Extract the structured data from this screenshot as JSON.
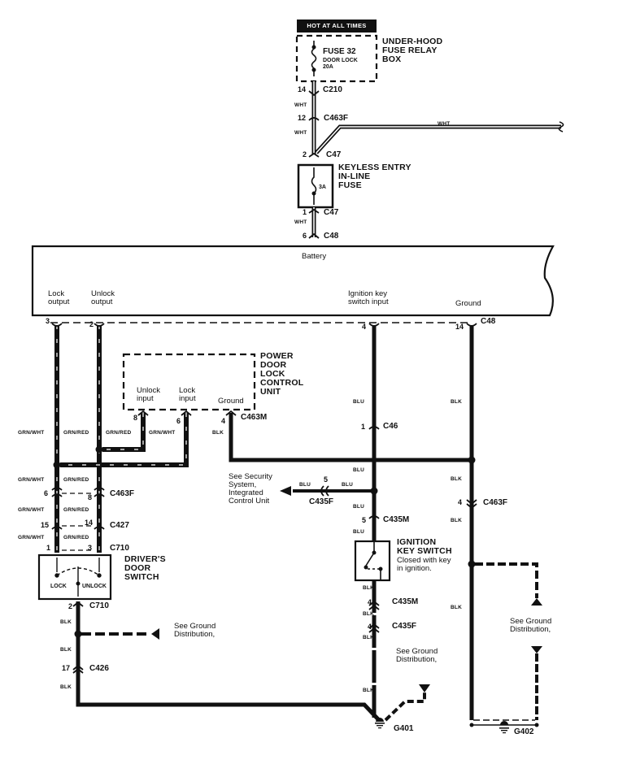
{
  "power": {
    "banner": "HOT AT ALL TIMES",
    "fuse_box_title": [
      "UNDER-HOOD",
      "FUSE RELAY",
      "BOX"
    ],
    "fuse_name": "FUSE 32",
    "fuse_desc": "DOOR LOCK",
    "fuse_rating": "20A"
  },
  "inline_fuse": {
    "title": [
      "KEYLESS ENTRY",
      "IN-LINE",
      "FUSE"
    ],
    "rating": "3A"
  },
  "top_connectors": [
    {
      "pin": "14",
      "name": "C210"
    },
    {
      "pin": "12",
      "name": "C463F"
    },
    {
      "pin": "2",
      "name": "C47"
    },
    {
      "pin": "1",
      "name": "C47"
    },
    {
      "pin": "6",
      "name": "C48"
    }
  ],
  "top_wires": [
    "WHT",
    "WHT",
    "WHT",
    "WHT"
  ],
  "module": {
    "battery_label": "Battery",
    "lock_output": [
      "Lock",
      "output"
    ],
    "unlock_output": [
      "Unlock",
      "output"
    ],
    "ignition_input": [
      "Ignition key",
      "switch input"
    ],
    "ground": "Ground",
    "pins": {
      "lock": "3",
      "unlock": "2",
      "ignition": "4",
      "ground": "14"
    },
    "connector": "C48"
  },
  "pdl_unit": {
    "title": [
      "POWER",
      "DOOR",
      "LOCK",
      "CONTROL",
      "UNIT"
    ],
    "unlock_input": [
      "Unlock",
      "input"
    ],
    "lock_input": [
      "Lock",
      "input"
    ],
    "ground": "Ground",
    "pins": {
      "unlock": "8",
      "lock": "6",
      "ground": "4"
    },
    "connector": "C463M",
    "wires": {
      "unlock": "GRN/RED",
      "lock": "GRN/WHT",
      "ground": "BLK"
    }
  },
  "left_harness": {
    "wire_lock": "GRN/WHT",
    "wire_unlock": "GRN/RED",
    "c463f": {
      "pin_lock": "6",
      "pin_unlock": "8",
      "name": "C463F"
    },
    "c427": {
      "pin_lock": "15",
      "pin_unlock": "14",
      "name": "C427"
    },
    "c710_top": {
      "pin_lock": "1",
      "pin_unlock": "3",
      "name": "C710"
    }
  },
  "door_switch": {
    "title": [
      "DRIVER'S",
      "DOOR",
      "SWITCH"
    ],
    "lock": "LOCK",
    "unlock": "UNLOCK",
    "bottom_pin": "2",
    "bottom_connector": "C710",
    "wire": "BLK",
    "ground_ref": [
      "See Ground",
      "Distribution,"
    ],
    "c426": {
      "pin": "17",
      "name": "C426"
    }
  },
  "ignition_branch": {
    "wire": "BLU",
    "c46": {
      "pin": "1",
      "name": "C46"
    },
    "security_ref": [
      "See Security",
      "System,",
      "Integrated",
      "Control Unit"
    ],
    "c435f_branch": {
      "pin": "5",
      "name": "C435F"
    },
    "c435m_top": {
      "pin": "5",
      "name": "C435M"
    },
    "switch_title": [
      "IGNITION",
      "KEY SWITCH"
    ],
    "switch_desc": [
      "Closed with key",
      "in ignition."
    ],
    "wire_below": "BLK",
    "c435m_bottom": {
      "pin": "4",
      "name": "C435M"
    },
    "c435f_bottom": {
      "pin": "4",
      "name": "C435F"
    },
    "ground_ref": [
      "See Ground",
      "Distribution,"
    ],
    "ground": "G401"
  },
  "ground_branch": {
    "wire": "BLK",
    "c463f": {
      "pin": "4",
      "name": "C463F"
    },
    "ground_ref": [
      "See Ground",
      "Distribution,"
    ],
    "ground": "G402"
  },
  "colors": {
    "ink": "#111111",
    "paper": "#ffffff"
  }
}
